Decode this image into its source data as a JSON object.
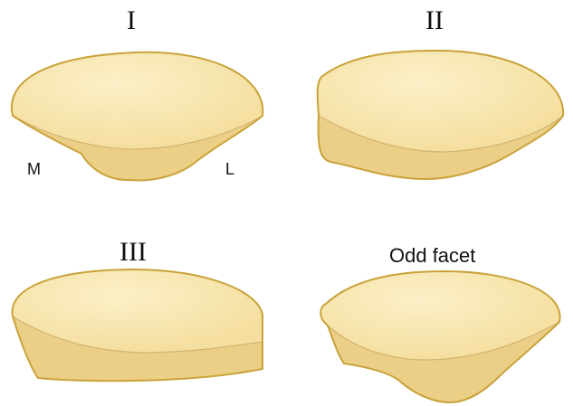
{
  "labels": {
    "type_1": "I",
    "type_2": "II",
    "type_3": "III",
    "type_4": "Odd facet",
    "medial": "M",
    "lateral": "L"
  },
  "colors": {
    "top_light": "#fbf0c8",
    "top_base": "#f5dfa0",
    "side": "#ebcf86",
    "outline": "#c9a23a",
    "crease": "#d2b470"
  }
}
